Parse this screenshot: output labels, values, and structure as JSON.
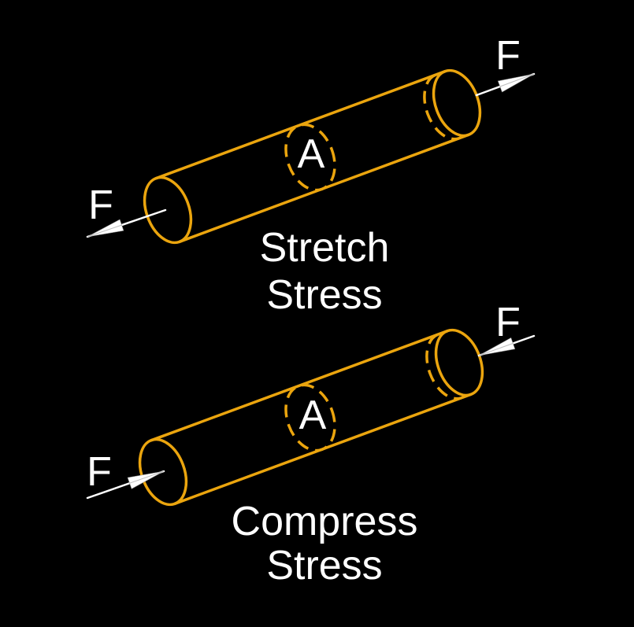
{
  "colors": {
    "background": "#000000",
    "cylinder": "#EBA50E",
    "text": "#FFFFFF",
    "arrow": "#FFFFFF"
  },
  "diagrams": {
    "stretch": {
      "caption_line1": "Stretch",
      "caption_line2": "Stress",
      "left_force_label": "F",
      "right_force_label": "F",
      "cross_section_label": "A"
    },
    "compress": {
      "caption_line1": "Compress",
      "caption_line2": "Stress",
      "left_force_label": "F",
      "right_force_label": "F",
      "cross_section_label": "A"
    }
  }
}
